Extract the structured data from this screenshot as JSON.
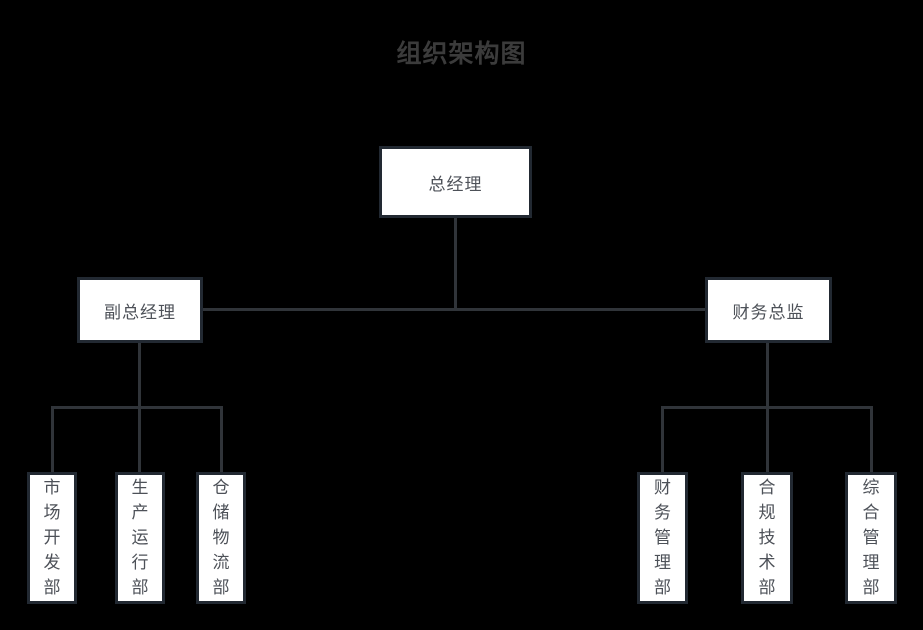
{
  "title": "组织架构图",
  "org": {
    "root": {
      "label": "总经理"
    },
    "managers": [
      {
        "label": "副总经理"
      },
      {
        "label": "财务总监"
      }
    ],
    "left_departments": [
      {
        "label": "市场开发部"
      },
      {
        "label": "生产运行部"
      },
      {
        "label": "仓储物流部"
      }
    ],
    "right_departments": [
      {
        "label": "财务管理部"
      },
      {
        "label": "合规技术部"
      },
      {
        "label": "综合管理部"
      }
    ]
  },
  "colors": {
    "background": "#000000",
    "box_fill": "#ffffff",
    "box_border": "#222932",
    "connector": "#303439",
    "title_text": "#3b3b3b",
    "label_text": "#4d5158"
  }
}
